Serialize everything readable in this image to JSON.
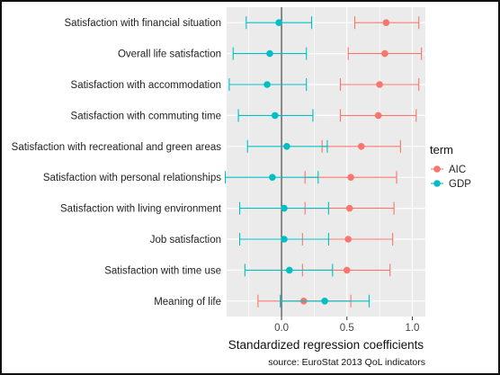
{
  "chart_data": {
    "type": "scatter",
    "subtype": "dot-and-whisker",
    "xlabel": "Standardized regression coefficients",
    "caption": "source: EuroStat 2013 QoL indicators",
    "xlim": [
      -0.42,
      1.1
    ],
    "xticks": [
      0.0,
      0.5,
      1.0
    ],
    "xtick_labels": [
      "0.0",
      "0.5",
      "1.0"
    ],
    "zero_line": true,
    "background": "#ebebeb",
    "grid": "white",
    "categories": [
      "Satisfaction with financial situation",
      "Overall life satisfaction",
      "Satisfaction with accommodation",
      "Satisfaction with commuting time",
      "Satisfaction with recreational and green areas",
      "Satisfaction with personal relationships",
      "Satisfaction with living environment",
      "Job satisfaction",
      "Satisfaction with time use",
      "Meaning of life"
    ],
    "legend": {
      "title": "term",
      "position": "right"
    },
    "series": [
      {
        "name": "AIC",
        "color": "#f8766d",
        "estimate": [
          0.8,
          0.79,
          0.75,
          0.74,
          0.61,
          0.53,
          0.52,
          0.51,
          0.5,
          0.17
        ],
        "low": [
          0.56,
          0.51,
          0.45,
          0.45,
          0.31,
          0.18,
          0.18,
          0.16,
          0.16,
          -0.18
        ],
        "high": [
          1.05,
          1.07,
          1.05,
          1.03,
          0.91,
          0.88,
          0.86,
          0.85,
          0.83,
          0.53
        ]
      },
      {
        "name": "GDP",
        "color": "#00bfc4",
        "estimate": [
          -0.02,
          -0.09,
          -0.11,
          -0.05,
          0.04,
          -0.07,
          0.02,
          0.02,
          0.06,
          0.33
        ],
        "low": [
          -0.27,
          -0.37,
          -0.4,
          -0.33,
          -0.26,
          -0.43,
          -0.32,
          -0.32,
          -0.28,
          -0.01
        ],
        "high": [
          0.23,
          0.19,
          0.19,
          0.24,
          0.35,
          0.28,
          0.36,
          0.36,
          0.39,
          0.67
        ]
      }
    ]
  }
}
